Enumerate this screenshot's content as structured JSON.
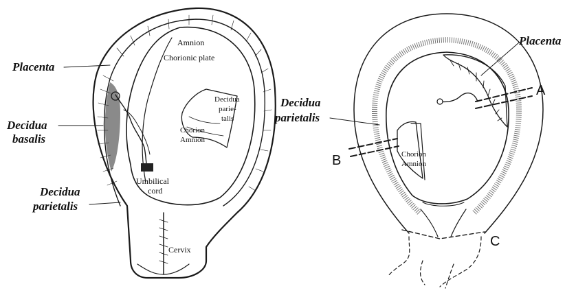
{
  "left_figure": {
    "labels": {
      "placenta": "Placenta",
      "decidua_basalis_1": "Decidua",
      "decidua_basalis_2": "basalis",
      "decidua_parietalis_1": "Decidua",
      "decidua_parietalis_2": "parietalis",
      "amnion": "Amnion",
      "chorionic_plate": "Chorionic plate",
      "decidua_pari_1": "Decidua",
      "decidua_pari_2": "parie-",
      "decidua_pari_3": "talis",
      "chorion": "Chorion",
      "amnion_inner": "Amnion",
      "umbilical_1": "Umbilical",
      "umbilical_2": "cord",
      "cervix": "Cervix"
    }
  },
  "right_figure": {
    "labels": {
      "placenta": "Placenta",
      "decidua_parietalis_1": "Decidua",
      "decidua_parietalis_2": "parietalis",
      "chorion": "Chorion",
      "amnion": "Amnion",
      "plane_a": "A",
      "plane_b": "B",
      "plane_c": "C"
    }
  }
}
